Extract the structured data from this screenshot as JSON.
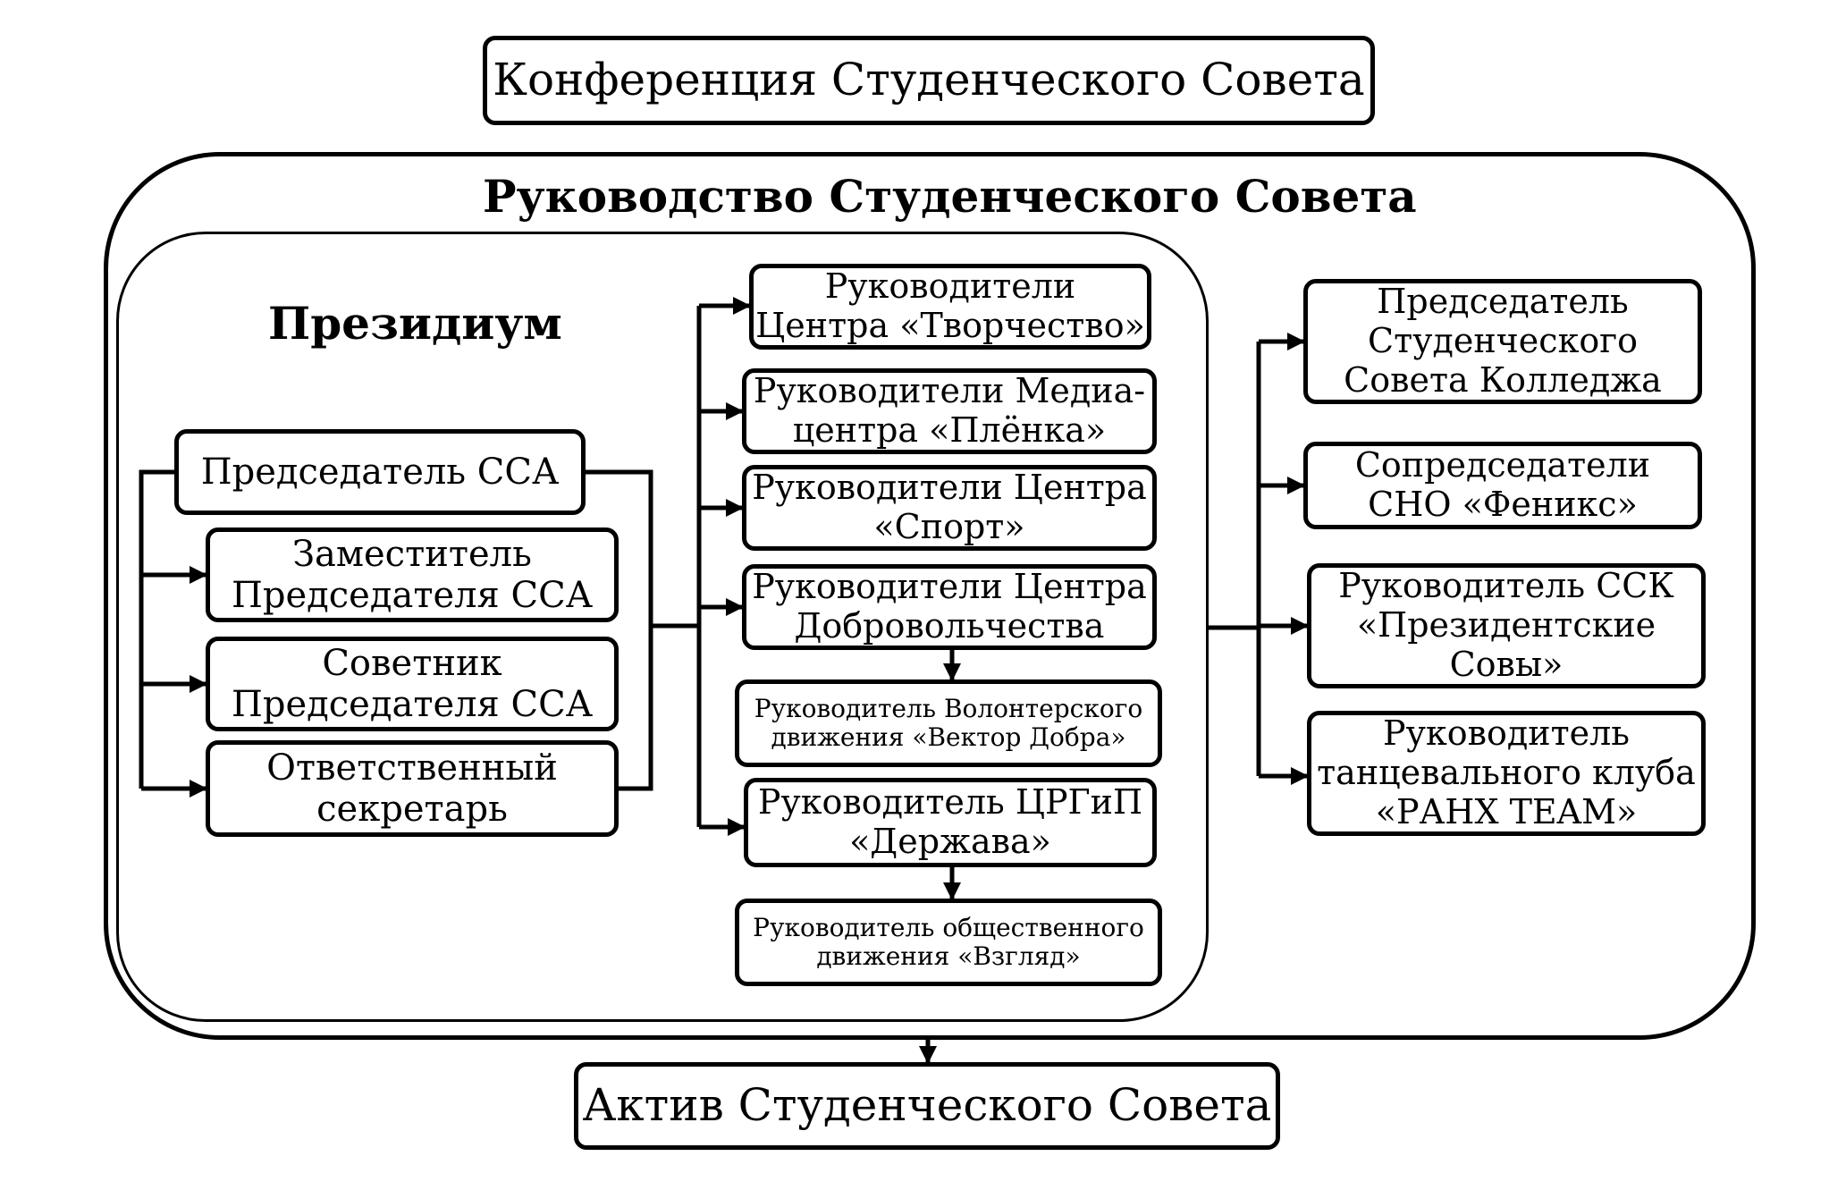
{
  "conference": "Конференция Студенческого Совета",
  "leadership_heading": "Руководство Студенческого Совета",
  "presidium_heading": "Президиум",
  "presidium": {
    "chair": "Председатель ССА",
    "deputy": "Заместитель\nПредседателя ССА",
    "advisor": "Советник\nПредседателя ССА",
    "secretary": "Ответственный\nсекретарь"
  },
  "centers": {
    "creativity": "Руководители\nЦентра «Творчество»",
    "media": "Руководители Медиа-\nцентра «Плёнка»",
    "sport": "Руководители Центра\n«Спорт»",
    "volunteer_center": "Руководители Центра\nДобровольчества",
    "vector": "Руководитель Волонтерского\nдвижения «Вектор Добра»",
    "derzhava": "Руководитель ЦРГиП\n«Держава»",
    "vzglyad": "Руководитель общественного\nдвижения «Взгляд»"
  },
  "right": {
    "college_chair": "Председатель\nСтуденческого\nСовета Колледжа",
    "sno": "Сопредседатели\nСНО «Феникс»",
    "ssk": "Руководитель ССК\n«Президентские\nСовы»",
    "dance": "Руководитель\nтанцевального клуба\n«РАНХ TEAM»"
  },
  "activ": "Актив Студенческого Совета"
}
